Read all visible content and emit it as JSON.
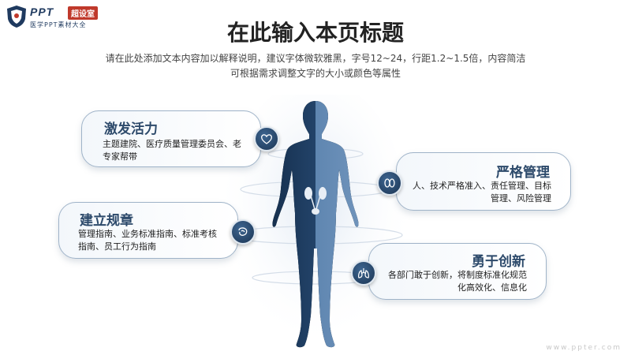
{
  "logo": {
    "brand": "PPT",
    "badge": "超设室",
    "tagline": "医学PPT素材大全"
  },
  "title": "在此输入本页标题",
  "subtitle_lines": [
    "请在此处添加文本内容加以解释说明，建议字体微软雅黑，字号12~24，行距1.2~1.5倍，内容简洁",
    "可根据需求调整文字的大小或颜色等属性"
  ],
  "cards": {
    "top_left": {
      "title": "激发活力",
      "text": "主题建院、医疗质量管理委员会、老专家帮带",
      "icon": "heart-icon"
    },
    "mid_left": {
      "title": "建立规章",
      "text": "管理指南、业务标准指南、标准考核指南、员工行为指南",
      "icon": "stomach-icon"
    },
    "top_right": {
      "title": "严格管理",
      "text": "人、技术严格准入、责任管理、目标管理、风险管理",
      "icon": "kidney-icon"
    },
    "bottom_right": {
      "title": "勇于创新",
      "text": "各部门敢于创新，将制度标准化规范化高效化、信息化",
      "icon": "lungs-icon"
    }
  },
  "watermark": "www.ppter.com",
  "colors": {
    "accent": "#2d4a6b",
    "figure_dark": "#1c3553",
    "figure_light": "#5b82ad",
    "logo_red": "#c0392b"
  }
}
